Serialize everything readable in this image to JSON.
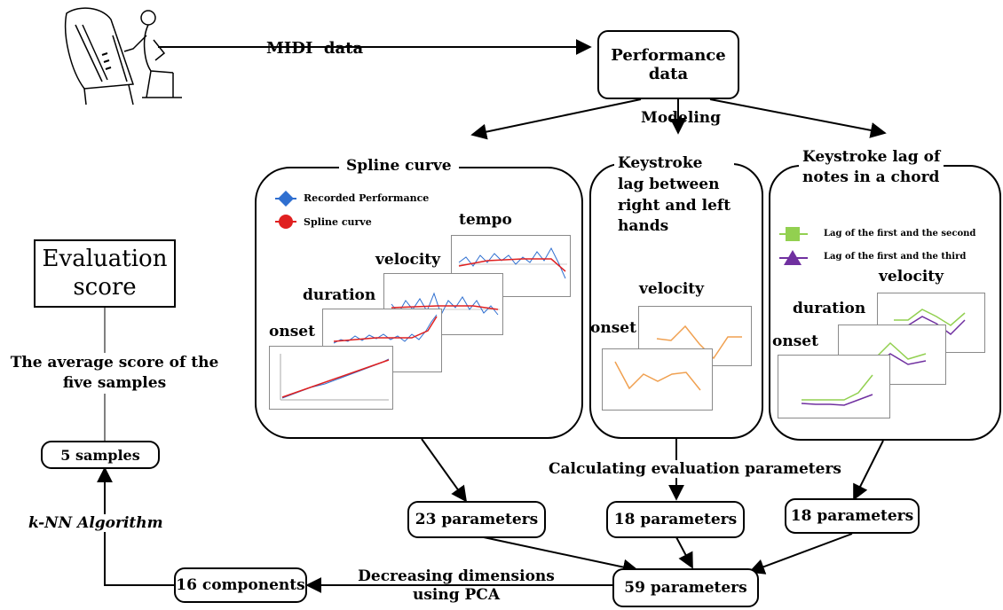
{
  "labels": {
    "midi": "MIDI  data",
    "modeling": "Modeling",
    "spline_title": "Spline curve",
    "keystroke_title": "Keystroke\nlag between\nright and left\nhands",
    "chord_title": "Keystroke lag of\nnotes in a chord",
    "calc": "Calculating evaluation parameters",
    "average": "The average score of the\nfive samples",
    "knn": "k-NN Algorithm",
    "pca": "Decreasing dimensions\nusing PCA"
  },
  "boxes": {
    "performance": "Performance\ndata",
    "evaluation": "Evaluation\nscore",
    "samples": "5 samples",
    "p23": "23 parameters",
    "p18a": "18 parameters",
    "p18b": "18 parameters",
    "p59": "59 parameters",
    "components": "16 components"
  },
  "spline": {
    "legend_recorded": "Recorded  Performance",
    "legend_spline": "Spline curve",
    "tempo": "tempo",
    "velocity": "velocity",
    "duration": "duration",
    "onset": "onset"
  },
  "keystroke": {
    "velocity": "velocity",
    "onset": "onset"
  },
  "chord": {
    "legend_second": "Lag of the first  and the second",
    "legend_third": "Lag of the first  and the third",
    "velocity": "velocity",
    "duration": "duration",
    "onset": "onset"
  },
  "colors": {
    "blue": "#2f6fd0",
    "red": "#e02020",
    "orange": "#f0a050",
    "green": "#92d050",
    "purple": "#7030a0"
  }
}
